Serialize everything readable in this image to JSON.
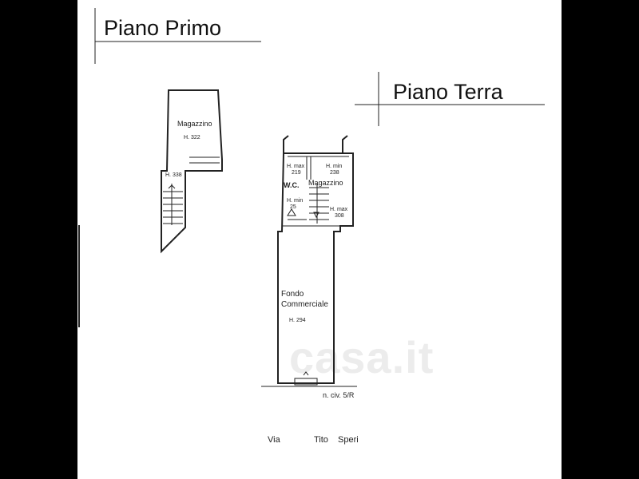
{
  "titles": {
    "upper_floor": "Piano Primo",
    "ground_floor": "Piano Terra"
  },
  "upper_floor": {
    "room_name": "Magazzino",
    "room_height": "H. 322",
    "stair_height": "H. 338"
  },
  "ground_floor": {
    "wc_label": "W.C.",
    "wc_h_max_label": "H. max",
    "wc_h_max_value": "219",
    "wc_h_min_label": "H. min",
    "wc_h_min_value": "25",
    "storage_name": "Magazzino",
    "storage_h_min_label": "H. min",
    "storage_h_min_value": "238",
    "storage_h_max_label": "H. max",
    "storage_h_max_value": "308",
    "shop_name_line1": "Fondo",
    "shop_name_line2": "Commerciale",
    "shop_height": "H. 294"
  },
  "address": {
    "civic_number": "n. civ. 5/R",
    "street_word1": "Via",
    "street_word2": "Tito",
    "street_word3": "Speri"
  },
  "watermark": "casa.it"
}
